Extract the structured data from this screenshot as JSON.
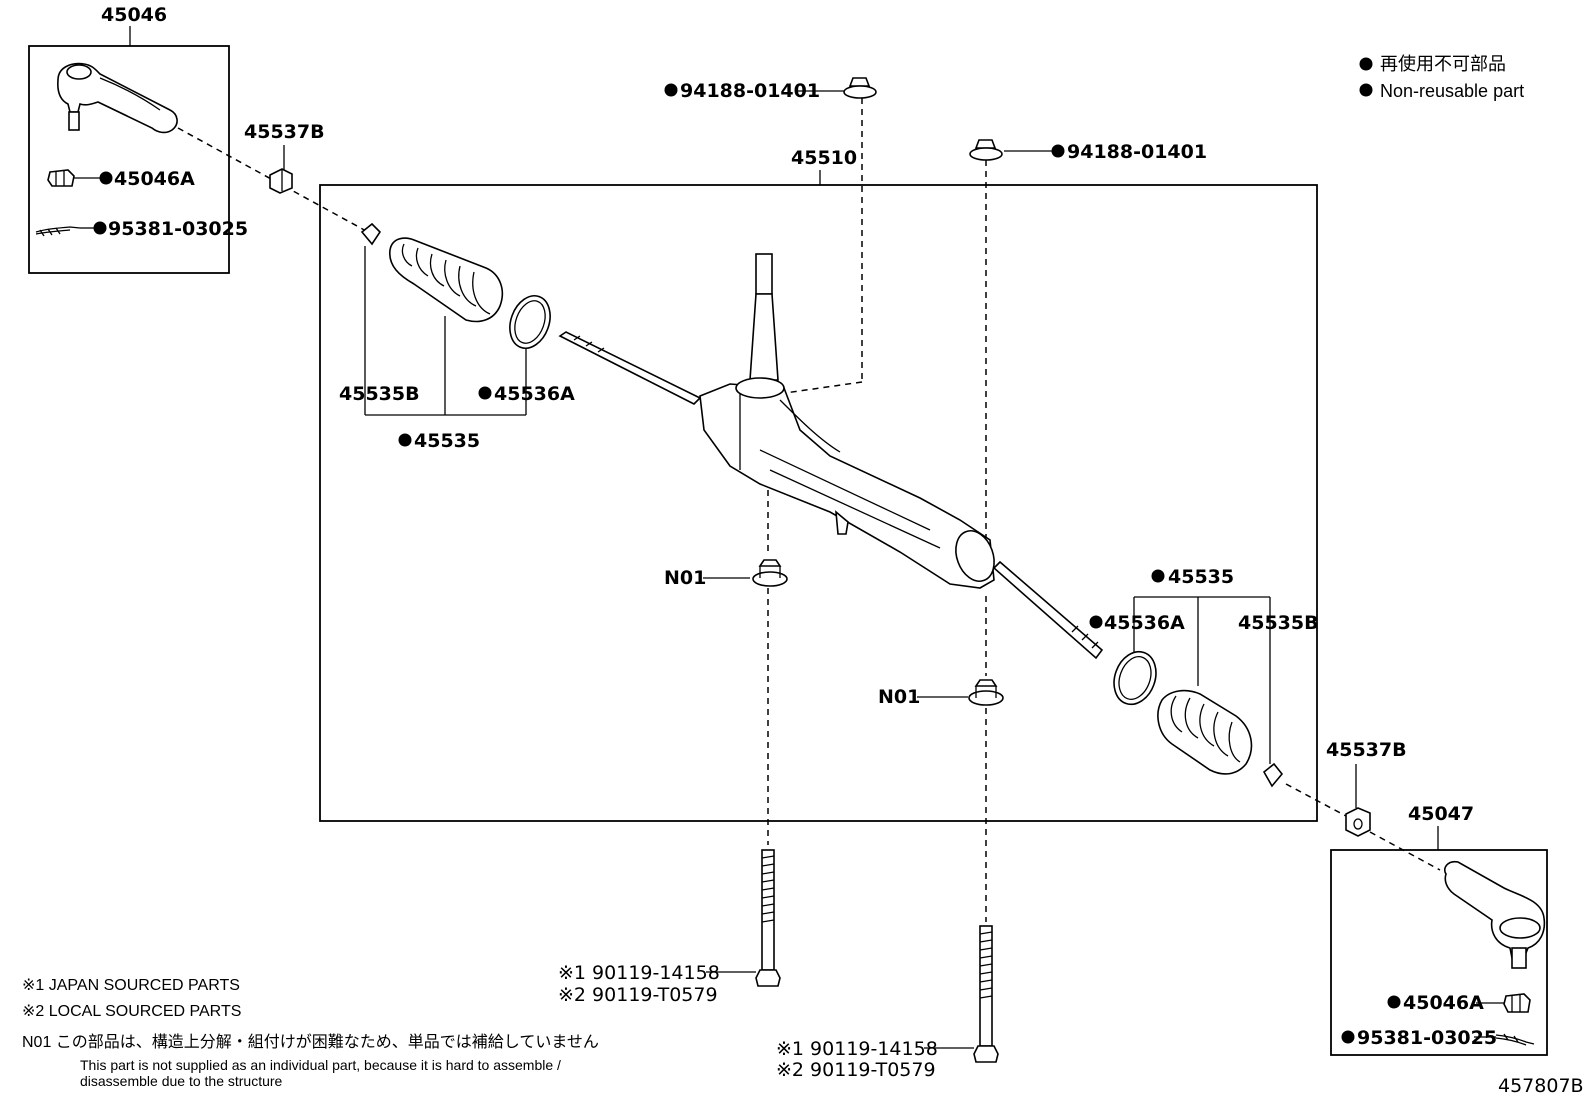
{
  "legend": {
    "non_reusable_jp": "再使用不可部品",
    "non_reusable_en": "Non-reusable part"
  },
  "labels": {
    "tie_rod_end_left": "45046",
    "tie_rod_end_right": "45047",
    "nut_left": "45046A",
    "nut_right": "45046A",
    "cotter_pin_left": "95381-03025",
    "cotter_pin_right": "95381-03025",
    "lock_nut_left": "45537B",
    "lock_nut_right": "45537B",
    "rack_assembly": "45510",
    "cap_top_left": "94188-01401",
    "cap_top_right": "94188-01401",
    "clip_left": "45535B",
    "clip_right": "45535B",
    "band_left": "45536A",
    "band_right": "45536A",
    "boot_left": "45535",
    "boot_right": "45535",
    "washer_left": "N01",
    "washer_right": "N01",
    "bolt_left_1": "※1 90119-14158",
    "bolt_left_2": "※2 90119-T0579",
    "bolt_right_1": "※1 90119-14158",
    "bolt_right_2": "※2 90119-T0579"
  },
  "notes": {
    "note1": "※1  JAPAN SOURCED PARTS",
    "note2": "※2  LOCAL SOURCED PARTS",
    "n01_jp": "N01  この部品は、構造上分解・組付けが困難なため、単品では補給していません",
    "n01_en_1": "This part is not supplied as an individual part, because it is hard to assemble /",
    "n01_en_2": "disassemble due to the structure"
  },
  "diagram_id": "457807B"
}
